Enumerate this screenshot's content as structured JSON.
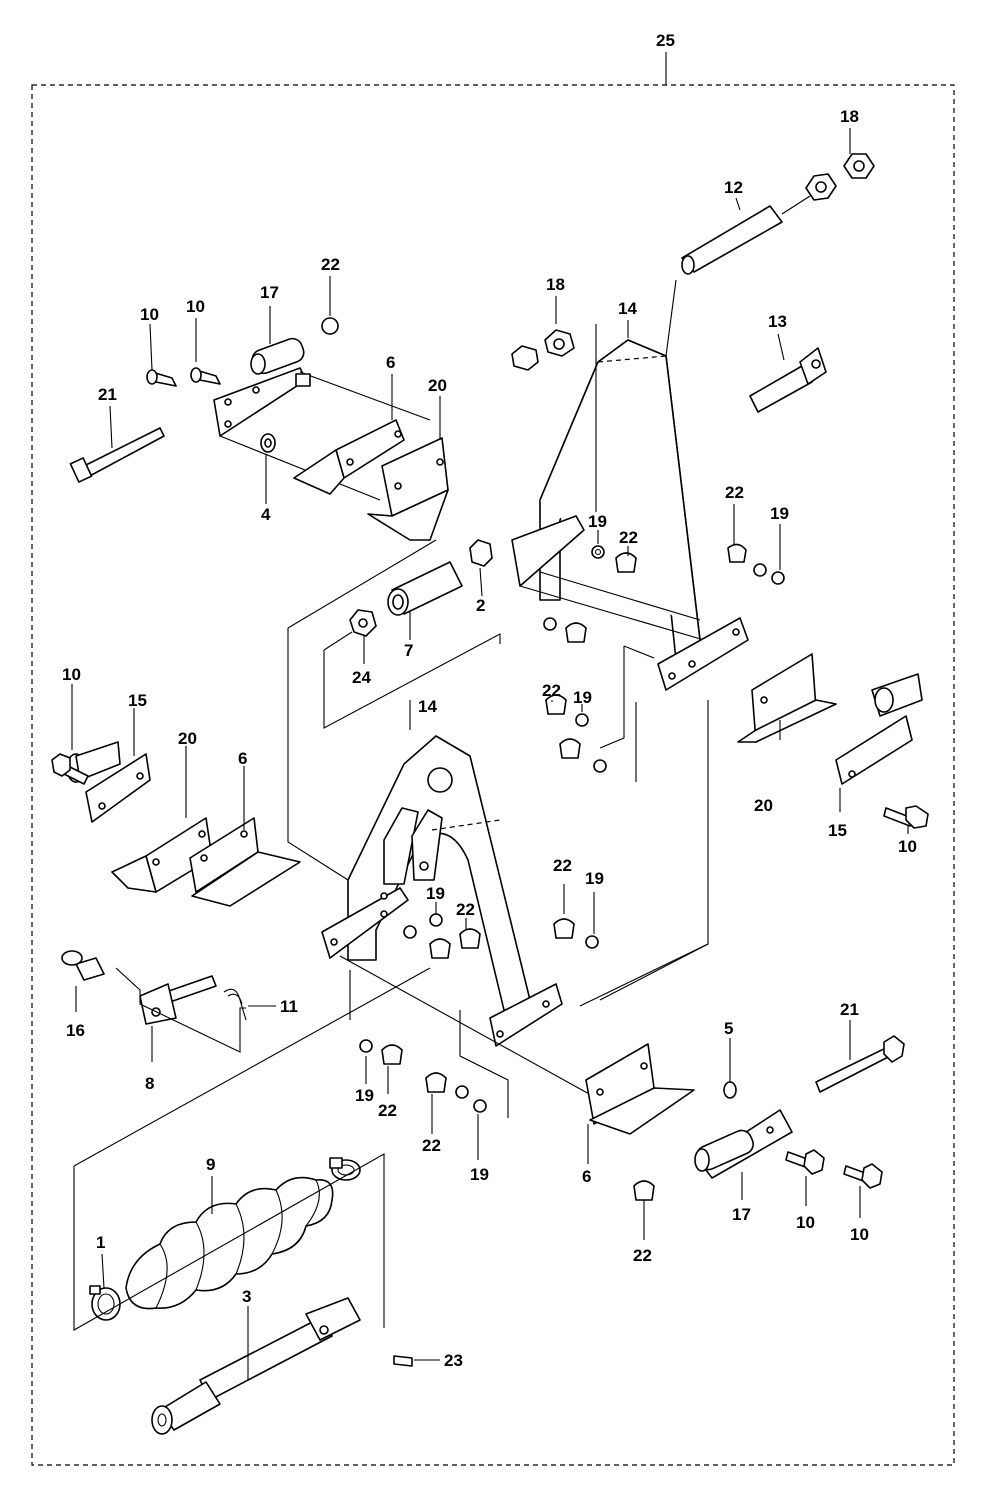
{
  "assembly_label": "25",
  "callouts": [
    {
      "id": "c25",
      "text": "25"
    },
    {
      "id": "c18a",
      "text": "18"
    },
    {
      "id": "c12",
      "text": "12"
    },
    {
      "id": "c22a",
      "text": "22"
    },
    {
      "id": "c10a",
      "text": "10"
    },
    {
      "id": "c10b",
      "text": "10"
    },
    {
      "id": "c17a",
      "text": "17"
    },
    {
      "id": "c18b",
      "text": "18"
    },
    {
      "id": "c14a",
      "text": "14"
    },
    {
      "id": "c13",
      "text": "13"
    },
    {
      "id": "c21a",
      "text": "21"
    },
    {
      "id": "c6a",
      "text": "6"
    },
    {
      "id": "c20a",
      "text": "20"
    },
    {
      "id": "c4",
      "text": "4"
    },
    {
      "id": "c22b",
      "text": "22"
    },
    {
      "id": "c19a",
      "text": "19"
    },
    {
      "id": "c19b",
      "text": "19"
    },
    {
      "id": "c22c",
      "text": "22"
    },
    {
      "id": "c2",
      "text": "2"
    },
    {
      "id": "c24",
      "text": "24"
    },
    {
      "id": "c7",
      "text": "7"
    },
    {
      "id": "c10c",
      "text": "10"
    },
    {
      "id": "c15a",
      "text": "15"
    },
    {
      "id": "c20b",
      "text": "20"
    },
    {
      "id": "c6b",
      "text": "6"
    },
    {
      "id": "c14b",
      "text": "14"
    },
    {
      "id": "c22d",
      "text": "22"
    },
    {
      "id": "c19c",
      "text": "19"
    },
    {
      "id": "c20c",
      "text": "20"
    },
    {
      "id": "c15b",
      "text": "15"
    },
    {
      "id": "c10d",
      "text": "10"
    },
    {
      "id": "c19d",
      "text": "19"
    },
    {
      "id": "c22e",
      "text": "22"
    },
    {
      "id": "c22f",
      "text": "22"
    },
    {
      "id": "c19e",
      "text": "19"
    },
    {
      "id": "c16",
      "text": "16"
    },
    {
      "id": "c11",
      "text": "11"
    },
    {
      "id": "c8",
      "text": "8"
    },
    {
      "id": "c5",
      "text": "5"
    },
    {
      "id": "c21b",
      "text": "21"
    },
    {
      "id": "c19f",
      "text": "19"
    },
    {
      "id": "c22g",
      "text": "22"
    },
    {
      "id": "c22h",
      "text": "22"
    },
    {
      "id": "c19g",
      "text": "19"
    },
    {
      "id": "c6c",
      "text": "6"
    },
    {
      "id": "c17b",
      "text": "17"
    },
    {
      "id": "c10e",
      "text": "10"
    },
    {
      "id": "c10f",
      "text": "10"
    },
    {
      "id": "c22i",
      "text": "22"
    },
    {
      "id": "c9",
      "text": "9"
    },
    {
      "id": "c1",
      "text": "1"
    },
    {
      "id": "c3",
      "text": "3"
    },
    {
      "id": "c23",
      "text": "23"
    }
  ]
}
